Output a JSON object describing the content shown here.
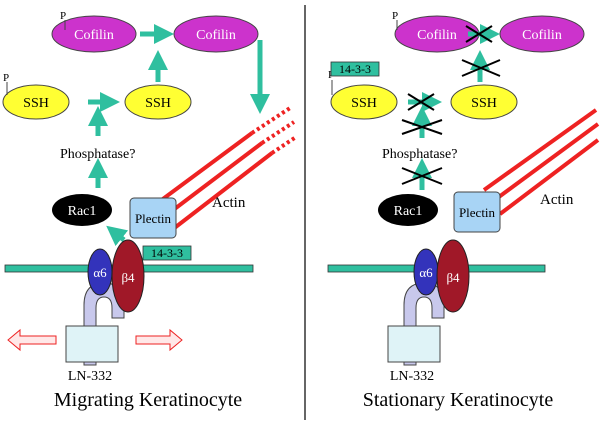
{
  "left": {
    "caption": "Migrating Keratinocyte",
    "cofilin_p": "Cofilin",
    "cofilin": "Cofilin",
    "ssh_p": "SSH",
    "ssh": "SSH",
    "phosphate_mark": "P",
    "phosphatase": "Phosphatase?",
    "rac1": "Rac1",
    "plectin": "Plectin",
    "actin": "Actin",
    "badge_1433": "14-3-3",
    "alpha6": "α6",
    "beta4": "β4",
    "ln332": "LN-332"
  },
  "right": {
    "caption": "Stationary Keratinocyte",
    "cofilin_p": "Cofilin",
    "cofilin": "Cofilin",
    "ssh_p": "SSH",
    "ssh": "SSH",
    "phosphate_mark": "P",
    "phosphatase": "Phosphatase?",
    "rac1": "Rac1",
    "plectin": "Plectin",
    "actin": "Actin",
    "badge_1433": "14-3-3",
    "alpha6": "α6",
    "beta4": "β4",
    "ln332": "LN-332"
  },
  "colors": {
    "cofilin": "#cc33cc",
    "ssh": "#ffff33",
    "arrow": "#2fbf9f",
    "actin": "#ee2222",
    "plectin": "#a8d4f5",
    "alpha6": "#3333bb",
    "beta4": "#a01828",
    "integrin_stem": "#c8c8ec",
    "ln332": "#dff3f7",
    "migration_arrow": "#ffe8e8",
    "membrane": "#2fbf9f"
  }
}
